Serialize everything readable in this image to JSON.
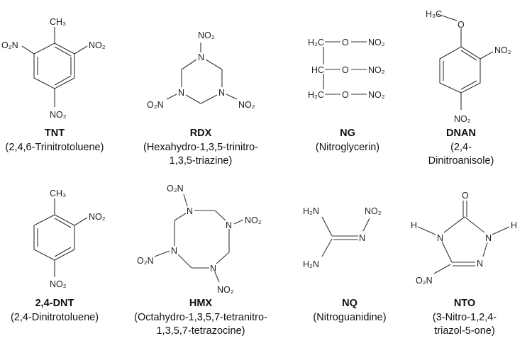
{
  "molecules": [
    {
      "abbrev": "TNT",
      "name_lines": [
        "(2,4,6-Trinitrotoluene)"
      ],
      "atoms": [
        "CH₃",
        "O₂N",
        "NO₂",
        "NO₂"
      ]
    },
    {
      "abbrev": "RDX",
      "name_lines": [
        "(Hexahydro-1,3,5-trinitro-",
        "1,3,5-triazine)"
      ],
      "atoms": [
        "NO₂",
        "N",
        "N",
        "N",
        "O₂N",
        "NO₂"
      ]
    },
    {
      "abbrev": "NG",
      "name_lines": [
        "(Nitroglycerin)"
      ],
      "atoms": [
        "H₂C",
        "O",
        "NO₂",
        "HC",
        "O",
        "NO₂",
        "H₂C",
        "O",
        "NO₂"
      ]
    },
    {
      "abbrev": "DNAN",
      "name_lines": [
        "(2,4-",
        "Dinitroanisole)"
      ],
      "atoms": [
        "H₃C",
        "O",
        "NO₂",
        "NO₂"
      ]
    },
    {
      "abbrev": "2,4-DNT",
      "name_lines": [
        "(2,4-Dinitrotoluene)"
      ],
      "atoms": [
        "CH₃",
        "NO₂",
        "NO₂"
      ]
    },
    {
      "abbrev": "HMX",
      "name_lines": [
        "(Octahydro-1,3,5,7-tetranitro-",
        "1,3,5,7-tetrazocine)"
      ],
      "atoms": [
        "O₂N",
        "N",
        "N",
        "N",
        "N",
        "NO₂",
        "O₂N",
        "NO₂"
      ]
    },
    {
      "abbrev": "NQ",
      "name_lines": [
        "(Nitroguanidine)"
      ],
      "atoms": [
        "H₂N",
        "NO₂",
        "N",
        "H₂N"
      ]
    },
    {
      "abbrev": "NTO",
      "name_lines": [
        "(3-Nitro-1,2,4-",
        "triazol-5-one)"
      ],
      "atoms": [
        "O",
        "H",
        "N",
        "N",
        "H",
        "N",
        "O₂N"
      ]
    }
  ]
}
